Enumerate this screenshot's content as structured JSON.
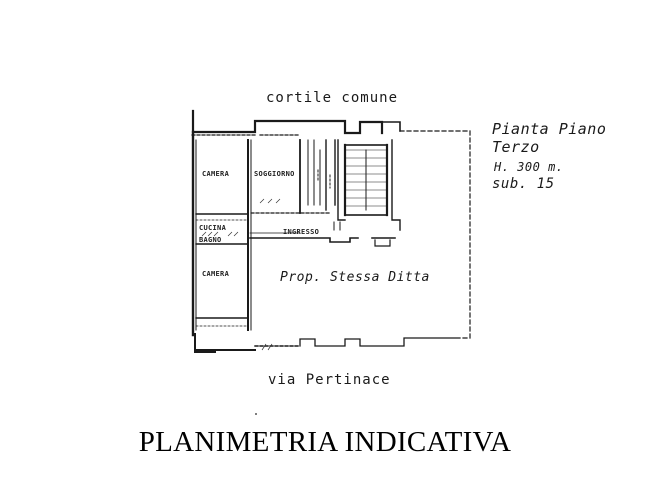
{
  "streets": {
    "top": "cortile comune",
    "bottom": "via Pertinace"
  },
  "plan_note": {
    "line1": "Pianta Piano",
    "line2": "Terzo",
    "line3": "H. 300 m.",
    "line4": "sub. 15"
  },
  "rooms": {
    "camera_1": "CAMERA",
    "soggiorno": "SOGGIORNO",
    "cucina": "CUCINA",
    "bagno": "BAGNO",
    "ingresso": "INGRESSO",
    "camera_2": "CAMERA",
    "adjacent_property": "Prop. Stessa Ditta"
  },
  "caption": "PLANIMETRIA INDICATIVA"
}
